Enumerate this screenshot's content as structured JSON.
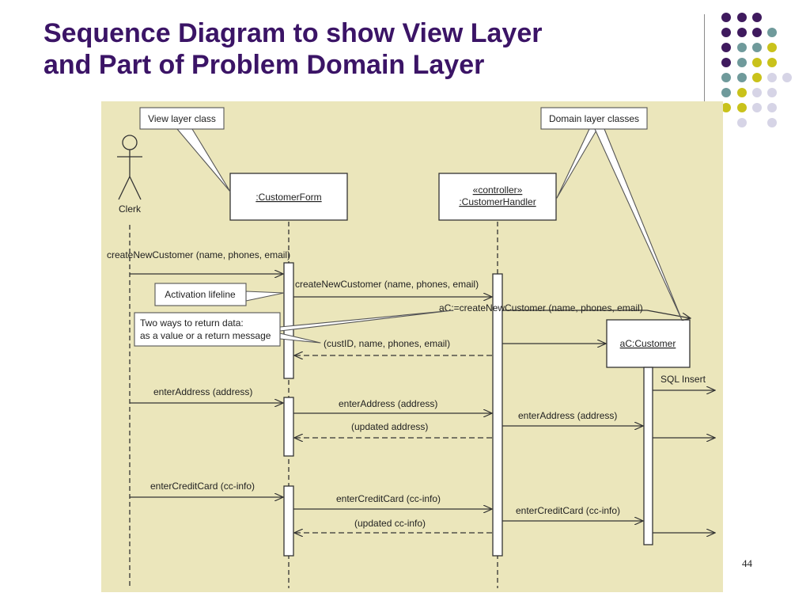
{
  "slide": {
    "title_line1": "Sequence Diagram to show View Layer",
    "title_line2": "and Part of Problem Domain Layer",
    "page_number": "44"
  },
  "colors": {
    "title": "#3b1466",
    "diagram_background": "#ebe6bb",
    "dot_purple": "#3f1a5e",
    "dot_teal": "#6f9a9b",
    "dot_yellow": "#c9c21b",
    "dot_lavender": "#d6d4e6"
  },
  "diagram": {
    "actor": {
      "name": "Clerk"
    },
    "objects": {
      "customer_form": ":CustomerForm",
      "handler_stereotype": "«controller»",
      "handler_name": ":CustomerHandler",
      "customer": "aC:Customer"
    },
    "callouts": {
      "view_layer": "View layer class",
      "domain_layer": "Domain layer classes",
      "activation": "Activation lifeline",
      "return_line1": "Two ways to return data:",
      "return_line2": "as a value or a return message"
    },
    "messages": {
      "m1": "createNewCustomer (name, phones, email)",
      "m2": "createNewCustomer (name, phones, email)",
      "m3": "aC:=createNewCustomer (name, phones, email)",
      "m4": "(custID, name, phones, email)",
      "m5": "SQL Insert",
      "m6": "enterAddress (address)",
      "m7": "enterAddress (address)",
      "m8": "enterAddress (address)",
      "m9": "(updated address)",
      "m10": "enterCreditCard (cc-info)",
      "m11": "enterCreditCard (cc-info)",
      "m12": "enterCreditCard (cc-info)",
      "m13": "(updated cc-info)"
    }
  }
}
